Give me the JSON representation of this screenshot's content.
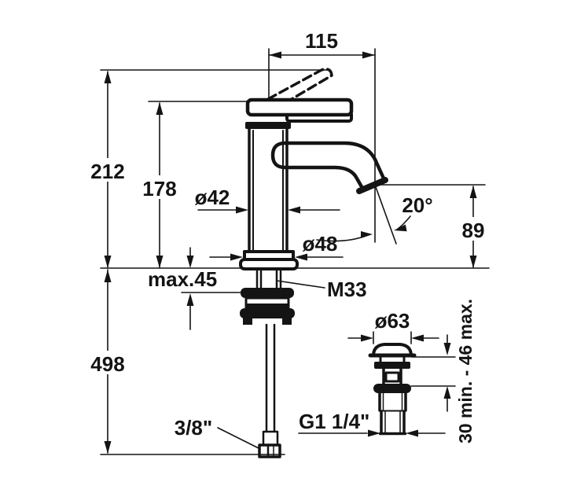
{
  "meta": {
    "background_color": "#ffffff",
    "ink_color": "#141414",
    "drawing_type": "technical dimension drawing"
  },
  "labels": {
    "spout_reach": "115",
    "total_height": "212",
    "height_to_spout": "178",
    "body_diameter": "ø42",
    "base_diameter": "ø48",
    "spout_angle": "20°",
    "outlet_height": "89",
    "max_deck_thickness": "max.45",
    "mount_thread": "M33",
    "hose_length": "498",
    "supply_connection": "3/8\"",
    "waste_thread": "G1 1/4\"",
    "waste_cap_diameter": "ø63",
    "waste_deck_range": "30 min. - 46 max."
  }
}
